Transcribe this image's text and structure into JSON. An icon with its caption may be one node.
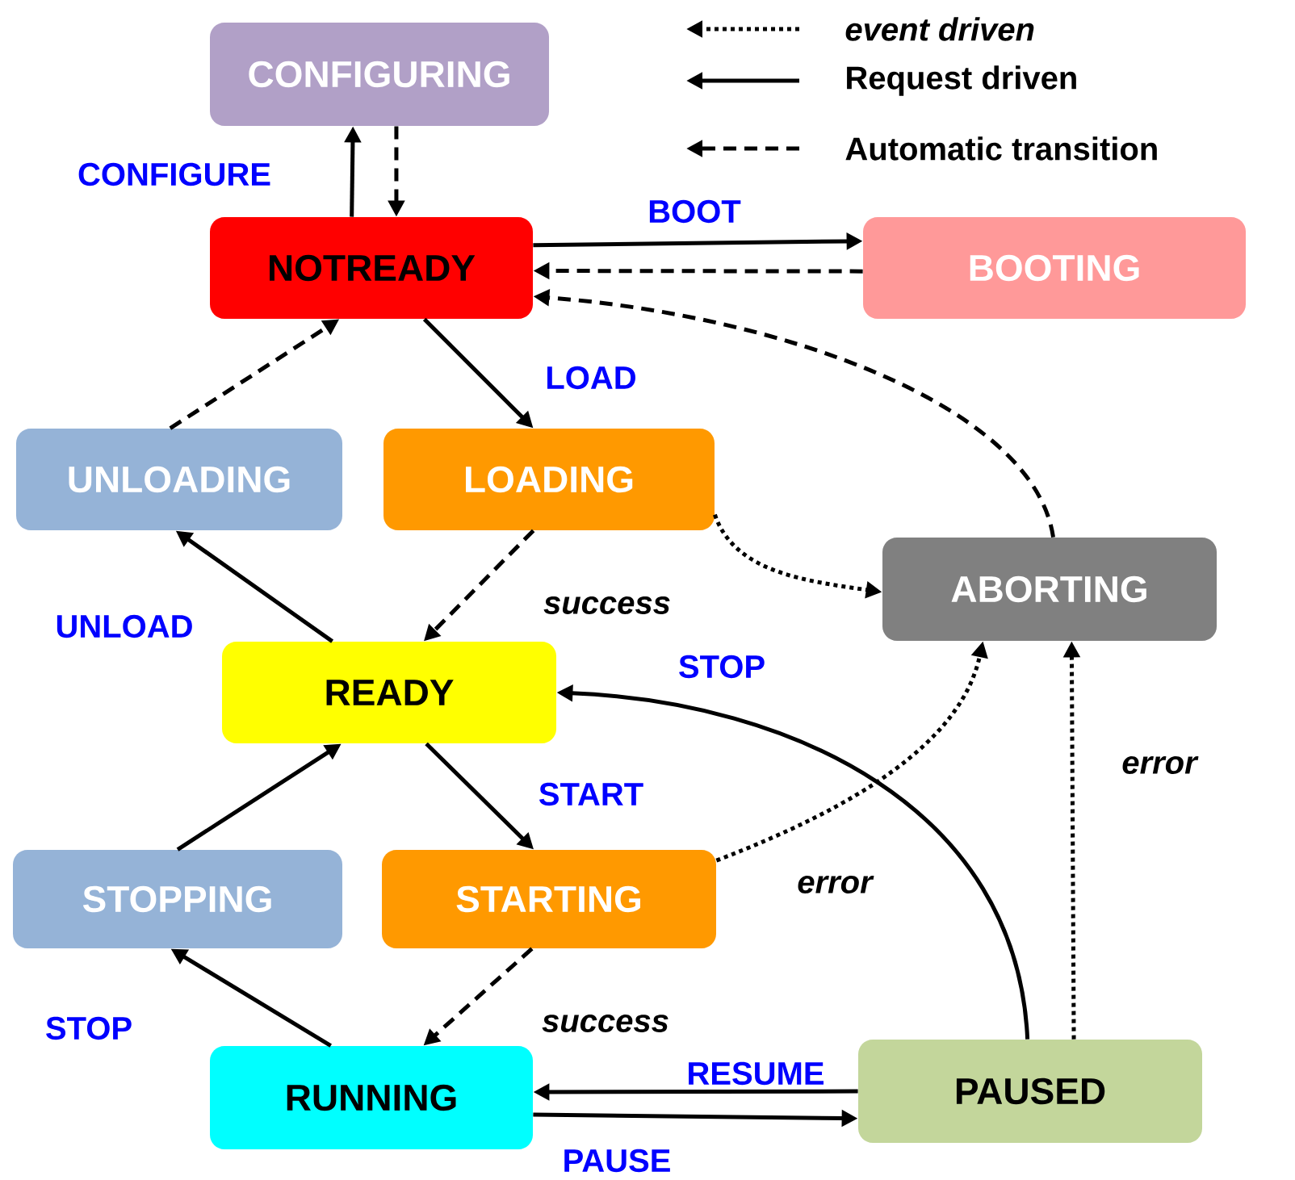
{
  "diagram": {
    "nodes": [
      {
        "text": [
          "CONFIGURING"
        ]
      },
      {
        "text": [
          "NOTREADY"
        ]
      },
      {
        "text": [
          "BOOTING"
        ]
      },
      {
        "text": [
          "UNLOADING"
        ]
      },
      {
        "text": [
          "LOADING"
        ]
      },
      {
        "text": [
          "ABORTING"
        ]
      },
      {
        "text": [
          "READY"
        ]
      },
      {
        "text": [
          "STOPPING"
        ]
      },
      {
        "text": [
          "STARTING"
        ]
      },
      {
        "text": [
          "RUNNING"
        ]
      },
      {
        "text": [
          "PAUSED"
        ]
      }
    ],
    "edges": [
      {
        "from": 1,
        "to": 0,
        "arrow": "to",
        "label": "CONFIGURE"
      },
      {
        "from": 0,
        "to": 1,
        "arrow": "to",
        "style": "dashed"
      },
      {
        "from": 1,
        "to": 2,
        "arrow": "to",
        "label": "BOOT"
      },
      {
        "from": 2,
        "to": 1,
        "arrow": "to",
        "style": "dashed"
      },
      {
        "from": 5,
        "to": 1,
        "arrow": "to",
        "style": "dashed"
      },
      {
        "from": 1,
        "to": 4,
        "arrow": "to",
        "label": "LOAD"
      },
      {
        "from": 3,
        "to": 1,
        "arrow": "to",
        "style": "dashed"
      },
      {
        "from": 4,
        "to": 5,
        "arrow": "to",
        "style": "dashed"
      },
      {
        "from": 4,
        "to": 6,
        "arrow": "to",
        "style": "dashed",
        "label": "success"
      },
      {
        "from": 6,
        "to": 3,
        "arrow": "to",
        "label": "UNLOAD"
      },
      {
        "from": 10,
        "to": 6,
        "arrow": "to",
        "label": "STOP"
      },
      {
        "from": 6,
        "to": 8,
        "arrow": "to",
        "label": "START"
      },
      {
        "from": 8,
        "to": 5,
        "arrow": "to",
        "style": "dashed",
        "label": "error"
      },
      {
        "from": 7,
        "to": 6,
        "arrow": "to"
      },
      {
        "from": 9,
        "to": 7,
        "arrow": "to",
        "label": "STOP"
      },
      {
        "from": 8,
        "to": 9,
        "arrow": "to",
        "style": "dashed",
        "label": "success"
      },
      {
        "from": 10,
        "to": 5,
        "arrow": "to",
        "style": "dashed",
        "label": "error"
      },
      {
        "from": 10,
        "to": 9,
        "arrow": "to",
        "label": "RESUME"
      },
      {
        "from": 9,
        "to": 10,
        "arrow": "to",
        "label": "PAUSE"
      }
    ],
    "legend": [
      {
        "text": "event driven"
      },
      {
        "text": "Request driven"
      },
      {
        "text": "Automatic transition"
      }
    ]
  }
}
